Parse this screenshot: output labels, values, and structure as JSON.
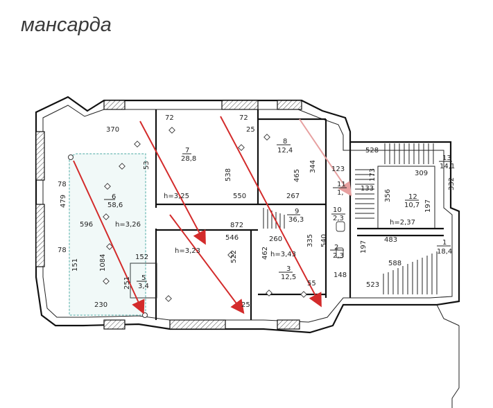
{
  "title": "мансарда",
  "rooms": [
    {
      "id": "room-1",
      "num": "1",
      "area": "18,4"
    },
    {
      "id": "room-2",
      "num": "2",
      "area": "2,3"
    },
    {
      "id": "room-3",
      "num": "3",
      "area": "12,5"
    },
    {
      "id": "room-5",
      "num": "5",
      "area": "3,4"
    },
    {
      "id": "room-6",
      "num": "6",
      "area": "58,6"
    },
    {
      "id": "room-7",
      "num": "7",
      "area": "28,8"
    },
    {
      "id": "room-8",
      "num": "8",
      "area": "12,4"
    },
    {
      "id": "room-9",
      "num": "9",
      "area": "36,3"
    },
    {
      "id": "room-10",
      "num": "10",
      "area": "2,3"
    },
    {
      "id": "room-11",
      "num": "11",
      "area": "1,"
    },
    {
      "id": "room-12",
      "num": "12",
      "area": "10,7"
    },
    {
      "id": "room-13",
      "num": "13",
      "area": "14,1"
    }
  ],
  "heights": [
    "h=3,26",
    "h=3,25",
    "h=3,23",
    "h=3,43",
    "h=2,37"
  ],
  "dimensions": [
    "370",
    "72",
    "72",
    "25",
    "528",
    "123",
    "309",
    "344",
    "173",
    "133",
    "356",
    "332",
    "197",
    "53",
    "538",
    "465",
    "550",
    "267",
    "872",
    "546",
    "260",
    "335",
    "540",
    "483",
    "197",
    "78",
    "479",
    "78",
    "596",
    "151",
    "1084",
    "152",
    "251",
    "230",
    "522",
    "462",
    "55",
    "25",
    "148",
    "588",
    "523"
  ]
}
